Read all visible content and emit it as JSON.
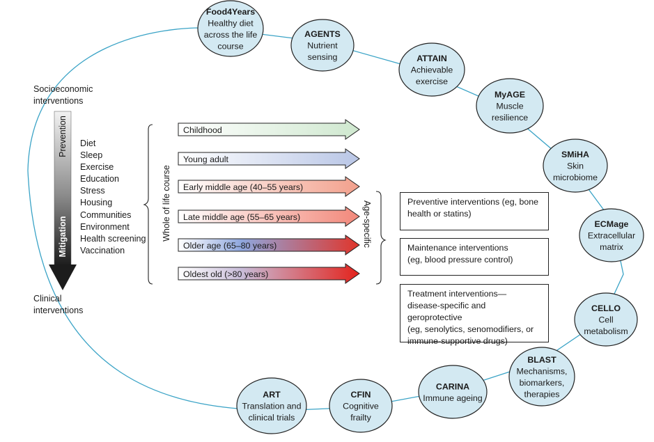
{
  "ring_nodes": [
    {
      "id": "food4years",
      "title": "Food4Years",
      "lines": [
        "Healthy diet",
        "across the life",
        "course"
      ]
    },
    {
      "id": "agents",
      "title": "AGENTS",
      "lines": [
        "Nutrient",
        "sensing"
      ]
    },
    {
      "id": "attain",
      "title": "ATTAIN",
      "lines": [
        "Achievable",
        "exercise"
      ]
    },
    {
      "id": "myage",
      "title": "MyAGE",
      "lines": [
        "Muscle",
        "resilience"
      ]
    },
    {
      "id": "smiha",
      "title": "SMiHA",
      "lines": [
        "Skin",
        "microbiome"
      ]
    },
    {
      "id": "ecmage",
      "title": "ECMage",
      "lines": [
        "Extracellular",
        "matrix"
      ]
    },
    {
      "id": "cello",
      "title": "CELLO",
      "lines": [
        "Cell",
        "metabolism"
      ]
    },
    {
      "id": "blast",
      "title": "BLAST",
      "lines": [
        "Mechanisms,",
        "biomarkers,",
        "therapies"
      ]
    },
    {
      "id": "carina",
      "title": "CARINA",
      "lines": [
        "Immune ageing"
      ]
    },
    {
      "id": "cfin",
      "title": "CFIN",
      "lines": [
        "Cognitive",
        "frailty"
      ]
    },
    {
      "id": "art",
      "title": "ART",
      "lines": [
        "Translation and",
        "clinical trials"
      ]
    }
  ],
  "socioeconomic": {
    "line1": "Socioeconomic",
    "line2": "interventions"
  },
  "clinical": {
    "line1": "Clinical",
    "line2": "interventions"
  },
  "vertical_arrow": {
    "top_label": "Prevention",
    "bottom_label": "Mitigation"
  },
  "factors": [
    "Diet",
    "Sleep",
    "Exercise",
    "Education",
    "Stress",
    "Housing",
    "Communities",
    "Environment",
    "Health screening",
    "Vaccination"
  ],
  "whole_life_label": "Whole of life course",
  "age_specific_label": "Age-specific",
  "life_stages": [
    {
      "label": "Childhood"
    },
    {
      "label": "Young adult"
    },
    {
      "label": "Early middle age (40–55 years)"
    },
    {
      "label": "Late middle age (55–65 years)"
    },
    {
      "label": "Older age (65–80 years)"
    },
    {
      "label": "Oldest old (>80 years)"
    }
  ],
  "interventions": [
    {
      "lines": [
        "Preventive interventions (eg, bone",
        "health or statins)"
      ]
    },
    {
      "lines": [
        "Maintenance interventions",
        "(eg, blood pressure control)"
      ]
    },
    {
      "lines": [
        "Treatment interventions—",
        "disease-specific and geroprotective",
        "(eg, senolytics, senomodifiers, or",
        "immune-supportive drugs)"
      ]
    }
  ],
  "colors": {
    "node_fill": "#d3e9f2",
    "ring": "#3aa3c6",
    "outline": "#222222"
  }
}
